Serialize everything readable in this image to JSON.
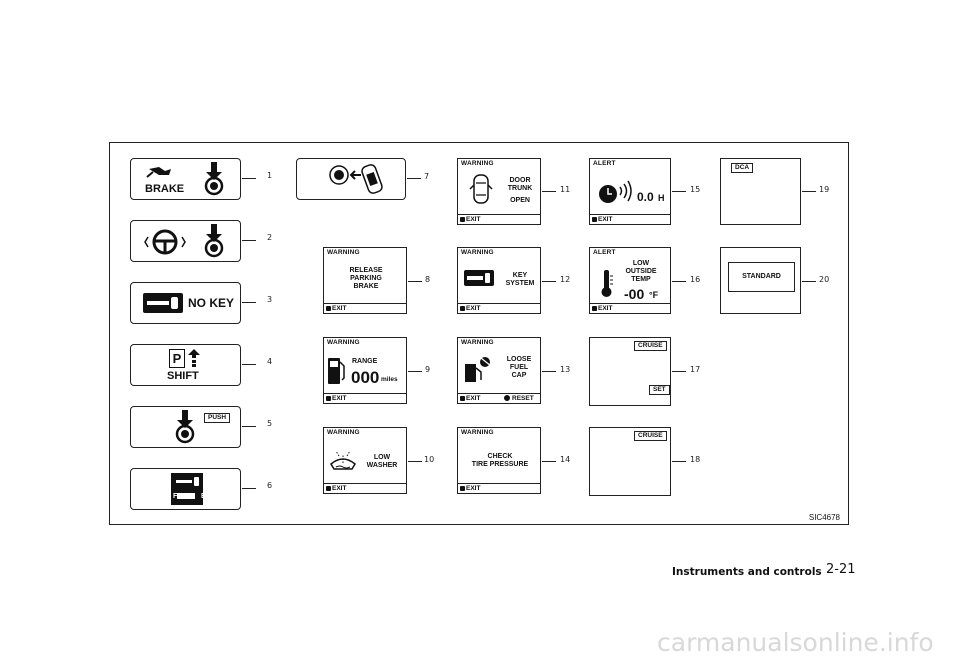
{
  "figure": {
    "code": "SIC4678",
    "numbers": [
      "1",
      "2",
      "3",
      "4",
      "5",
      "6",
      "7",
      "8",
      "9",
      "10",
      "11",
      "12",
      "13",
      "14",
      "15",
      "16",
      "17",
      "18",
      "19",
      "20"
    ],
    "panels": {
      "p1": {
        "label": "BRAKE"
      },
      "p3": {
        "label": "NO KEY"
      },
      "p4": {
        "label": "SHIFT",
        "p_letter": "P"
      },
      "p5": {
        "label": "PUSH"
      },
      "p6": {
        "f": "F",
        "e": "E"
      },
      "p8": {
        "header": "WARNING",
        "lines": [
          "RELEASE",
          "PARKING",
          "BRAKE"
        ],
        "footer": "EXIT"
      },
      "p9": {
        "header": "WARNING",
        "range": "RANGE",
        "value": "000",
        "unit": "miles",
        "footer": "EXIT"
      },
      "p10": {
        "header": "WARNING",
        "lines": [
          "LOW",
          "WASHER"
        ],
        "footer": "EXIT"
      },
      "p11": {
        "header": "WARNING",
        "lines": [
          "DOOR",
          "TRUNK"
        ],
        "open": "OPEN",
        "footer": "EXIT"
      },
      "p12": {
        "header": "WARNING",
        "lines": [
          "KEY",
          "SYSTEM"
        ],
        "footer": "EXIT"
      },
      "p13": {
        "header": "WARNING",
        "lines": [
          "LOOSE",
          "FUEL",
          "CAP"
        ],
        "footer": "EXIT",
        "reset": "RESET"
      },
      "p14": {
        "header": "WARNING",
        "lines": [
          "CHECK",
          "TIRE PRESSURE"
        ],
        "footer": "EXIT"
      },
      "p15": {
        "header": "ALERT",
        "value": "0.0",
        "unit": "H",
        "footer": "EXIT"
      },
      "p16": {
        "header": "ALERT",
        "lines": [
          "LOW",
          "OUTSIDE",
          "TEMP"
        ],
        "value": "-00",
        "unit": "°F",
        "footer": "EXIT"
      },
      "p17": {
        "cruise": "CRUISE",
        "set": "SET"
      },
      "p18": {
        "cruise": "CRUISE"
      },
      "p19": {
        "label": "DCA"
      },
      "p20": {
        "label": "STANDARD"
      }
    }
  },
  "footer": {
    "section": "Instruments and controls",
    "page": "2-21"
  },
  "watermark": "carmanualsonline.info"
}
